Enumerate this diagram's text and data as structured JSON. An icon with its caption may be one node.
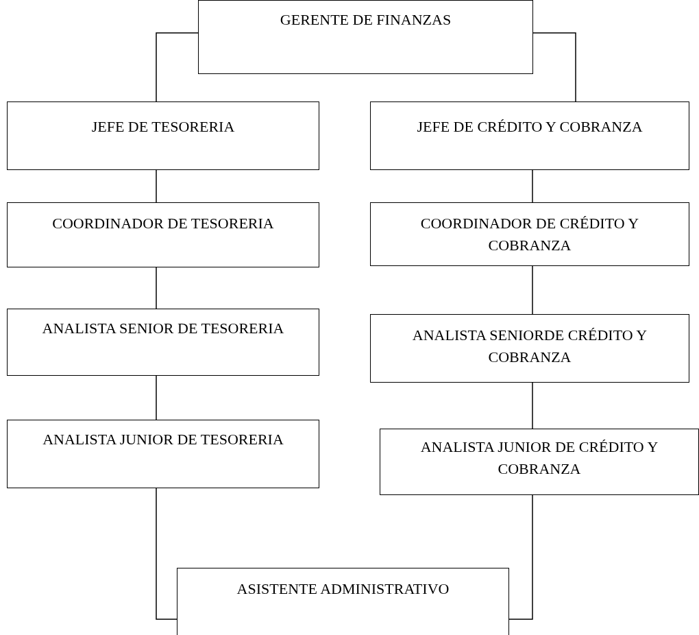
{
  "diagram": {
    "nodes": [
      {
        "text": [
          "GERENTE DE FINANZAS"
        ]
      },
      {
        "text": [
          "JEFE DE TESORERIA"
        ]
      },
      {
        "text": [
          "JEFE DE CRÉDITO Y COBRANZA"
        ]
      },
      {
        "text": [
          "COORDINADOR DE TESORERIA"
        ]
      },
      {
        "text": [
          "COORDINADOR DE CRÉDITO Y COBRANZA"
        ]
      },
      {
        "text": [
          "ANALISTA SENIOR DE TESORERIA"
        ]
      },
      {
        "text": [
          "ANALISTA SENIORDE CRÉDITO Y COBRANZA"
        ]
      },
      {
        "text": [
          "ANALISTA JUNIOR DE TESORERIA"
        ]
      },
      {
        "text": [
          "ANALISTA JUNIOR DE CRÉDITO Y COBRANZA"
        ]
      },
      {
        "text": [
          "ASISTENTE ADMINISTRATIVO"
        ]
      }
    ],
    "edges": [
      {
        "from": 0,
        "to": 1,
        "arrow": "none"
      },
      {
        "from": 0,
        "to": 2,
        "arrow": "none"
      },
      {
        "from": 1,
        "to": 3,
        "arrow": "none"
      },
      {
        "from": 3,
        "to": 5,
        "arrow": "none"
      },
      {
        "from": 5,
        "to": 7,
        "arrow": "none"
      },
      {
        "from": 2,
        "to": 4,
        "arrow": "none"
      },
      {
        "from": 4,
        "to": 6,
        "arrow": "none"
      },
      {
        "from": 6,
        "to": 8,
        "arrow": "none"
      },
      {
        "from": 7,
        "to": 9,
        "arrow": "none"
      },
      {
        "from": 8,
        "to": 9,
        "arrow": "none"
      }
    ]
  }
}
